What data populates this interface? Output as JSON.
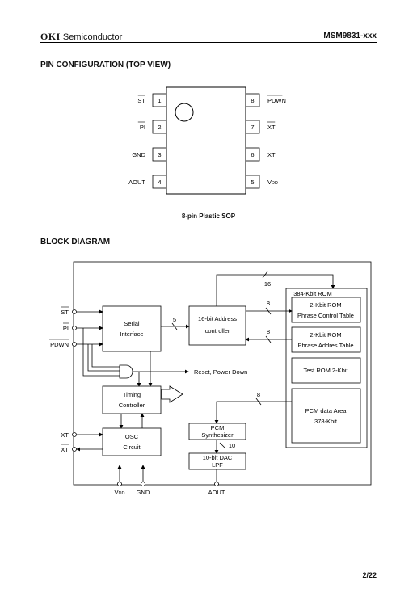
{
  "header": {
    "logo": "OKI",
    "company": "Semiconductor",
    "part_number": "MSM9831-xxx"
  },
  "pin_section": {
    "title": "PIN CONFIGURATION (TOP VIEW)",
    "package_label": "8-pin Plastic SOP",
    "left_pins": [
      {
        "num": "1",
        "name": "ST",
        "overbar": true
      },
      {
        "num": "2",
        "name": "PI",
        "overbar": true
      },
      {
        "num": "3",
        "name": "GND",
        "overbar": false
      },
      {
        "num": "4",
        "name": "AOUT",
        "overbar": false
      }
    ],
    "right_pins": [
      {
        "num": "8",
        "name": "PDWN",
        "overbar": true
      },
      {
        "num": "7",
        "name": "XT",
        "overbar": true
      },
      {
        "num": "6",
        "name": "XT",
        "overbar": false
      },
      {
        "num": "5",
        "name": "VDD",
        "main": "V",
        "sub": "DD",
        "overbar": false
      }
    ]
  },
  "block_section": {
    "title": "BLOCK DIAGRAM",
    "inputs_left": [
      "ST",
      "PI",
      "PDWN",
      "XT",
      "XT"
    ],
    "serial_interface": [
      "Serial",
      "Interface"
    ],
    "address_controller": [
      "16-bit Address",
      "controller"
    ],
    "rom_label": "384-Kbit ROM",
    "rom_phrase_control": [
      "2-Kbit ROM",
      "Phrase Control Table"
    ],
    "rom_phrase_address": [
      "2-Kbit ROM",
      "Phrase Addres Table"
    ],
    "rom_test": "Test ROM 2-Kbit",
    "rom_pcm": [
      "PCM data Area",
      "378-Kbit"
    ],
    "timing_controller": [
      "Timing",
      "Controller"
    ],
    "osc_circuit": [
      "OSC",
      "Circuit"
    ],
    "pcm_synth": [
      "PCM",
      "Synthesizer"
    ],
    "dac": [
      "10-bit DAC",
      "LPF"
    ],
    "reset_label": "Reset, Power Down",
    "bus_widths": {
      "top": "16",
      "rom1": "8",
      "rom2": "8",
      "pcm": "8",
      "serial": "5",
      "dac": "10"
    },
    "bottom_pins": {
      "vdd_main": "V",
      "vdd_sub": "DD",
      "gnd": "GND",
      "aout": "AOUT"
    }
  },
  "footer": {
    "page": "2/22"
  }
}
